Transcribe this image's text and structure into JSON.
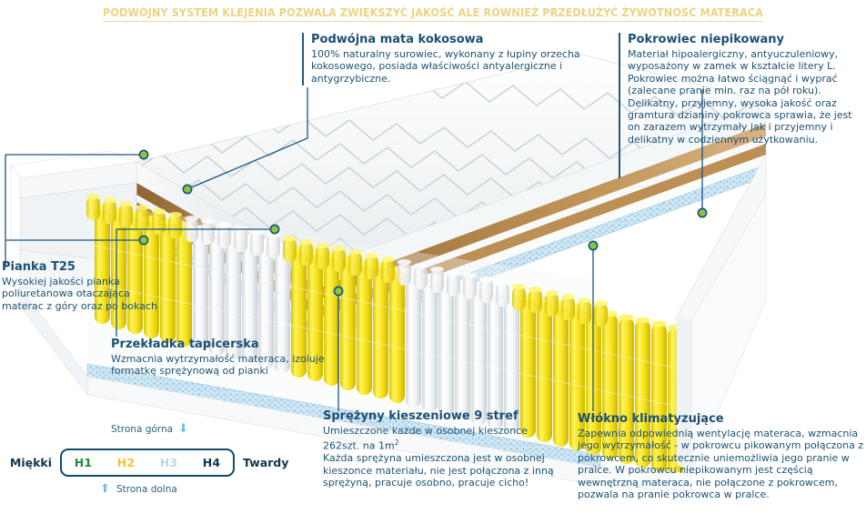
{
  "headline": "PODWÓJNY SYSTEM KLEJENIA POZWALA ZWIĘKSZYĆ JAKOŚĆ ALE RÓWNIEŻ PRZEDŁUŻYĆ ŻYWOTNOŚĆ MATERACA",
  "colors": {
    "headline": "#ecd382",
    "text": "#1d5273",
    "title": "#1c4f74",
    "bar": "#24577a",
    "leader_line": "#1b5480",
    "marker_ring": "#1b5480",
    "marker_fill": "#8fc63d",
    "spring_yellow": "#f2e21f",
    "spring_white": "#eef1f2",
    "coconut_brown": "#a97840",
    "felt_blue": "#bcdcee",
    "h1": "#1f8a3b",
    "h2": "#f0c33c",
    "h3": "#bcd7e4",
    "h4": "#0f3854",
    "scale_border": "#134a6b",
    "arrow": "#6fc6d8"
  },
  "callouts": {
    "kokos": {
      "title": "Podwójna mata kokosowa",
      "text": "100% naturalny surowiec, wykonany z łupiny orzecha kokosowego, posiada właściwości antyalergiczne i antygrzybiczne."
    },
    "pokrowiec": {
      "title": "Pokrowiec niepikowany",
      "text": "Materiał hipoalergiczny, antyuczuleniowy, wyposażony w zamek w kształcie litery L. Pokrowiec można łatwo ściągnąć i wyprać (zalecane pranie min. raz na pół roku). Delikatny, przyjemny, wysoka jakość oraz gramtura dzianiny pokrowca sprawia, że jest on zarazem wytrzymały jak i przyjemny i delikatny w codziennym użytkowaniu."
    },
    "pianka": {
      "title": "Pianka T25",
      "text": "Wysokiej jakości pianka poliuretanowa otaczająca materac z góry oraz po bokach"
    },
    "przekladka": {
      "title": "Przekładka tapicerska",
      "text": "Wzmacnia wytrzymałość materaca, izoluje formatkę sprężynową od pianki"
    },
    "sprezyny": {
      "title": "Sprężyny kieszeniowe 9 stref",
      "text_line1": "Umieszczone każde w osobnej kieszonce",
      "text_line2_prefix": "262szt. na 1m",
      "text_line2_sup": "2",
      "text_rest": "Każda sprężyna umieszczona jest w osobnej kieszonce materiału, nie jest połączona z inną sprężyną, pracuje osobno, pracuje cicho!"
    },
    "wlokno": {
      "title": "Włókno klimatyzujące",
      "text": "Zapewnia odpowiednią wentylację materaca, wzmacnia jego wytrzymałość - w pokrowcu pikowanym połączona z pokrowcem, co skutecznie uniemożliwia jego pranie w pralce. W pokrowcu niepikowanym jest częścią wewnętrzną materaca, nie połączone z pokrowcem, pozwala na pranie pokrowca w pralce."
    }
  },
  "hardness_scale": {
    "soft_label": "Miękki",
    "hard_label": "Twardy",
    "levels": [
      "H1",
      "H2",
      "H3",
      "H4"
    ],
    "top_side_label": "Strona górna",
    "bottom_side_label": "Strona dolna",
    "top_arrow_glyph": "⬇",
    "bottom_arrow_glyph": "⬆"
  }
}
